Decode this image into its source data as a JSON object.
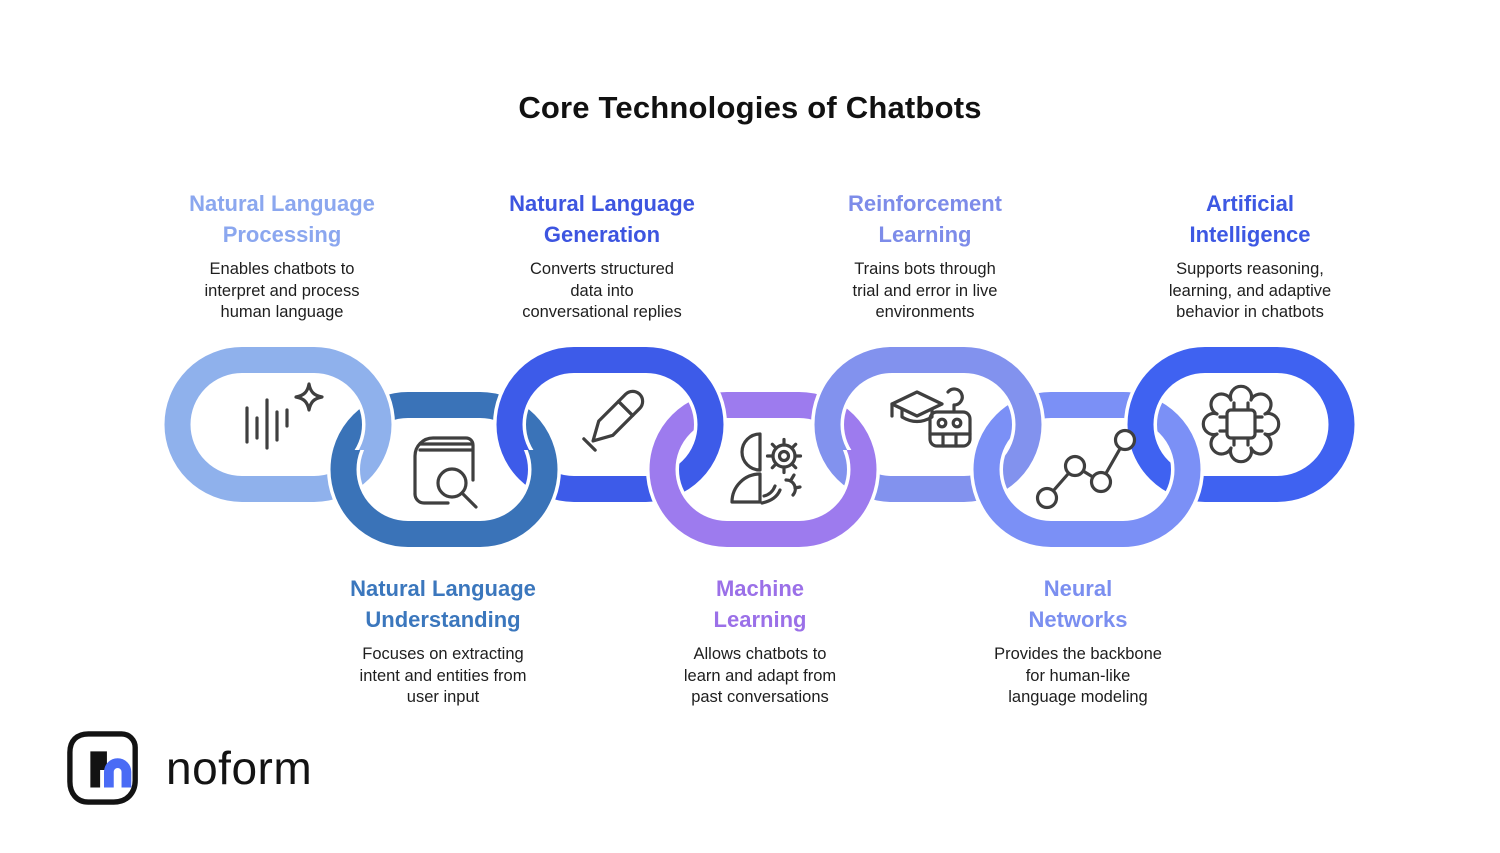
{
  "header": {
    "title": "Core Technologies of Chatbots"
  },
  "items": [
    {
      "id": "nlp",
      "row": "top",
      "title": "Natural Language\nProcessing",
      "title_color": "#8BA7EF",
      "description": "Enables chatbots to\ninterpret and process\nhuman language",
      "link_color": "#8FB1EC",
      "icon": "waveform-sparkle-icon"
    },
    {
      "id": "nlu",
      "row": "bottom",
      "title": "Natural Language\nUnderstanding",
      "title_color": "#3B77BD",
      "description": "Focuses on extracting\nintent and entities from\nuser input",
      "link_color": "#3A73B8",
      "icon": "book-search-icon"
    },
    {
      "id": "nlg",
      "row": "top",
      "title": "Natural Language\nGeneration",
      "title_color": "#3D55E0",
      "description": "Converts structured\ndata into\nconversational replies",
      "link_color": "#3D5BE9",
      "icon": "pen-icon"
    },
    {
      "id": "ml",
      "row": "bottom",
      "title": "Machine\nLearning",
      "title_color": "#9B70E8",
      "description": "Allows chatbots to\nlearn and adapt from\npast conversations",
      "link_color": "#9D7BEE",
      "icon": "person-gears-icon"
    },
    {
      "id": "rl",
      "row": "top",
      "title": "Reinforcement\nLearning",
      "title_color": "#7D8CE9",
      "description": "Trains bots through\ntrial and error in live\nenvironments",
      "link_color": "#8292EE",
      "icon": "graduate-robot-icon"
    },
    {
      "id": "nn",
      "row": "bottom",
      "title": "Neural\nNetworks",
      "title_color": "#7B8FF0",
      "description": "Provides the backbone\nfor human-like\nlanguage modeling",
      "link_color": "#7B90F6",
      "icon": "connected-nodes-icon"
    },
    {
      "id": "ai",
      "row": "top",
      "title": "Artificial\nIntelligence",
      "title_color": "#3D58E3",
      "description": "Supports reasoning,\nlearning, and adaptive\nbehavior in chatbots",
      "link_color": "#3F62F1",
      "icon": "brain-chip-icon"
    }
  ],
  "logo": {
    "text": "noform",
    "mark_outline_color": "#131313",
    "mark_black_color": "#131313",
    "mark_blue_color": "#4A6BF5"
  },
  "colors": {
    "background": "#FFFFFF",
    "title_text": "#111111",
    "body_text": "#1E1E1E",
    "icon_stroke": "#3F3F3F"
  }
}
